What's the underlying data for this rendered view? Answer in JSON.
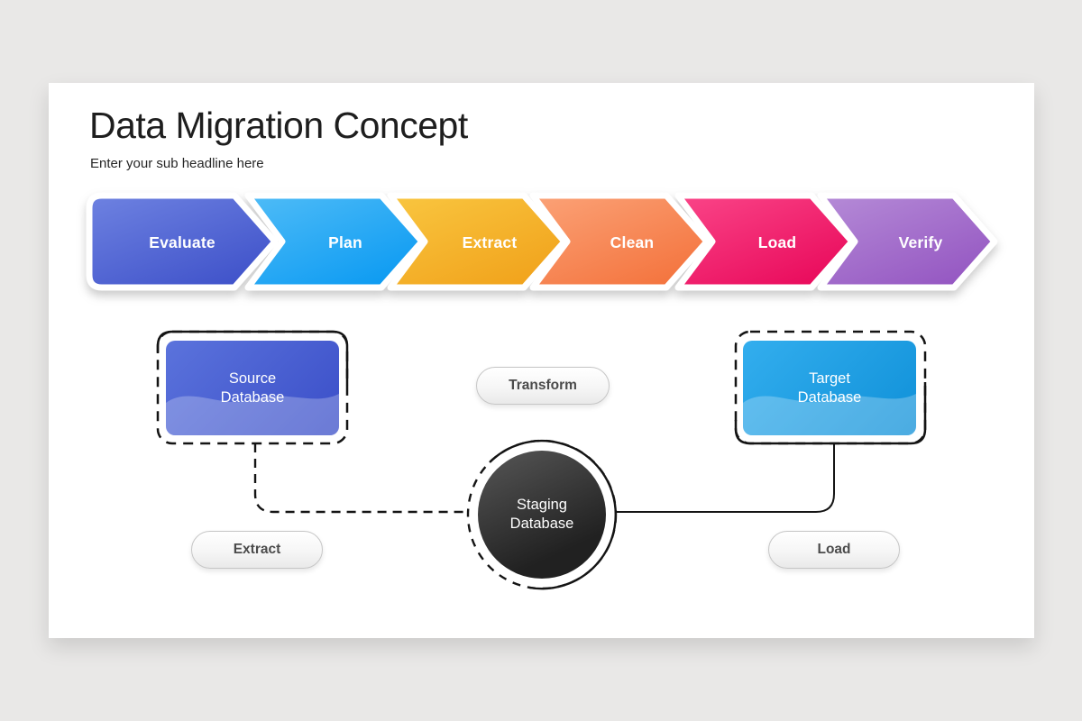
{
  "header": {
    "title": "Data Migration Concept",
    "subtitle": "Enter your sub headline here"
  },
  "process": {
    "stages": [
      {
        "label": "Evaluate",
        "color_top": "#6E82E1",
        "color_bottom": "#4053CA"
      },
      {
        "label": "Plan",
        "color_top": "#4FBCF7",
        "color_bottom": "#0D9BF2"
      },
      {
        "label": "Extract",
        "color_top": "#F9C640",
        "color_bottom": "#F1A31C"
      },
      {
        "label": "Clean",
        "color_top": "#FBA277",
        "color_bottom": "#F4743E"
      },
      {
        "label": "Load",
        "color_top": "#FA4588",
        "color_bottom": "#E90B5C"
      },
      {
        "label": "Verify",
        "color_top": "#B58BD7",
        "color_bottom": "#9557C2"
      }
    ]
  },
  "diagram": {
    "source_db": {
      "label": "Source\nDatabase",
      "color_top": "#5B73DC",
      "color_bottom": "#3A4EC8"
    },
    "staging_db": {
      "label": "Staging\nDatabase",
      "color_top": "#575757",
      "color_bottom": "#212121"
    },
    "target_db": {
      "label": "Target\nDatabase",
      "color_top": "#33AEEE",
      "color_bottom": "#0F90D8"
    },
    "actions": {
      "extract": "Extract",
      "transform": "Transform",
      "load": "Load"
    }
  }
}
